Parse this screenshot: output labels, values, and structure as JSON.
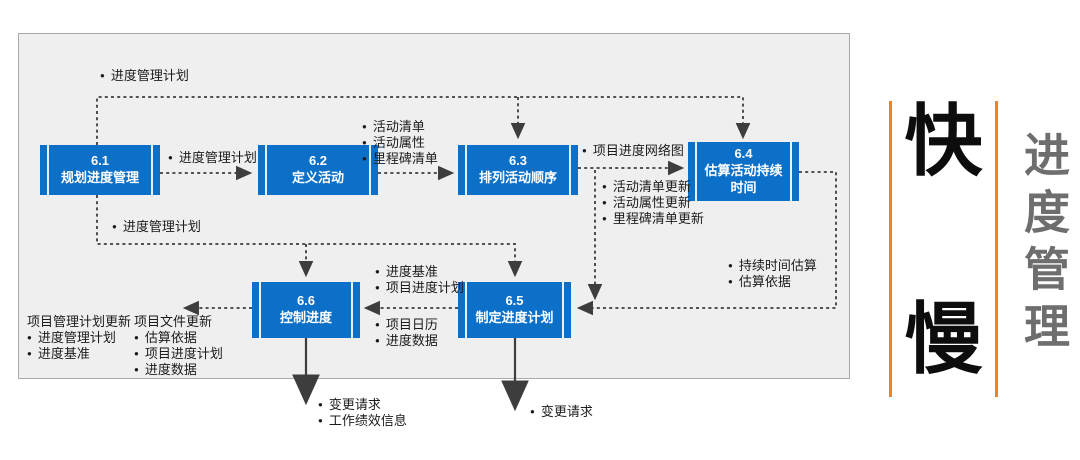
{
  "colors": {
    "box_blue": "#0D70C8",
    "panel_bg": "#F0EFEF",
    "panel_border": "#A9A9A9",
    "connector": "#3D3D3D",
    "accent_orange": "#F5821F",
    "vertical_title_gray": "#6E6E6E"
  },
  "diagram": {
    "boxes": [
      {
        "num": "6.1",
        "label": "规划进度管理"
      },
      {
        "num": "6.2",
        "label": "定义活动"
      },
      {
        "num": "6.3",
        "label": "排列活动顺序"
      },
      {
        "num": "6.4",
        "label": "估算活动持续时间"
      },
      {
        "num": "6.5",
        "label": "制定进度计划"
      },
      {
        "num": "6.6",
        "label": "控制进度"
      }
    ],
    "notes": {
      "top_plan": {
        "items": [
          "进度管理计划"
        ]
      },
      "between_61_62": {
        "items": [
          "进度管理计划"
        ]
      },
      "out_62": {
        "items": [
          "活动清单",
          "活动属性",
          "里程碑清单"
        ]
      },
      "out_63_network": {
        "items": [
          "项目进度网络图"
        ]
      },
      "out_63_updates": {
        "items": [
          "活动清单更新",
          "活动属性更新",
          "里程碑清单更新"
        ]
      },
      "lower_plan": {
        "items": [
          "进度管理计划"
        ]
      },
      "out_64": {
        "items": [
          "持续时间估算",
          "估算依据"
        ]
      },
      "out_65_to_66_a": {
        "items": [
          "进度基准",
          "项目进度计划"
        ]
      },
      "out_65_to_66_b": {
        "items": [
          "项目日历",
          "进度数据"
        ]
      },
      "out_66_left_a": {
        "header": "项目管理计划更新",
        "items": [
          "进度管理计划",
          "进度基准"
        ]
      },
      "out_66_left_b": {
        "header": "项目文件更新",
        "items": [
          "估算依据",
          "项目进度计划",
          "进度数据"
        ]
      },
      "out_66_bottom": {
        "items": [
          "变更请求",
          "工作绩效信息"
        ]
      },
      "out_65_bottom": {
        "items": [
          "变更请求"
        ]
      }
    }
  },
  "right_panel": {
    "fast_char": "快",
    "slow_char": "慢",
    "vertical_title": "进度管理"
  }
}
